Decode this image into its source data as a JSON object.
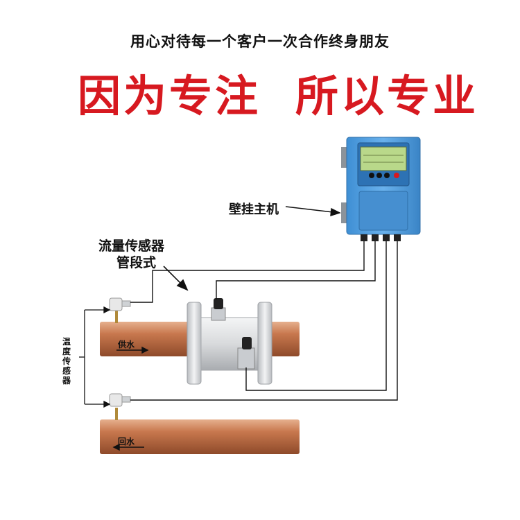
{
  "header": {
    "tagline": "用心对待每一个客户一次合作终身朋友",
    "slogan_left": "因为专注",
    "slogan_right": "所以专业"
  },
  "labels": {
    "wall_host": "壁挂主机",
    "flow_sensor_line1": "流量传感器",
    "flow_sensor_line2": "管段式",
    "temp_sensor": "温度传感器",
    "supply_water": "供水",
    "return_water": "回水"
  },
  "display": {
    "line1": "",
    "line2": ""
  },
  "colors": {
    "slogan": "#d71920",
    "pipe": "#c8784e",
    "enclosure": "#4f9ede",
    "lcd": "#b9d88a",
    "flange": "#e4e6e8"
  }
}
